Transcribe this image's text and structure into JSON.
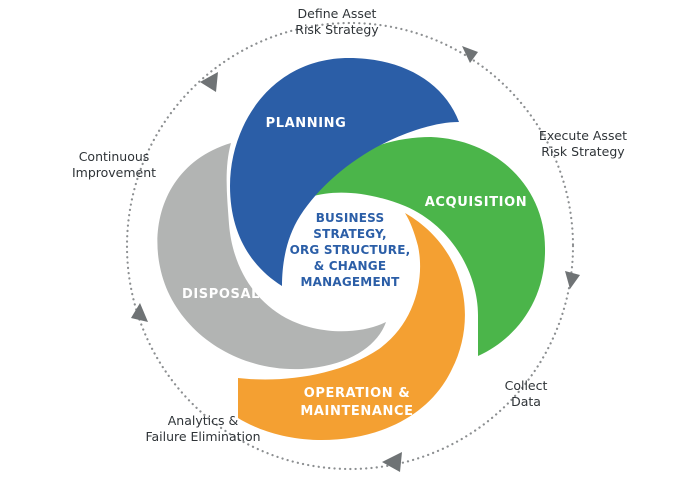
{
  "colors": {
    "planning": "#2b5ea7",
    "acquisition": "#4bb54a",
    "operation": "#f4a032",
    "disposal": "#b2b4b3",
    "center_text": "#2b5ea7",
    "cycle_dots": "#8c8f91",
    "arrow": "#6f7375"
  },
  "segments": {
    "planning": "PLANNING",
    "acquisition": "ACQUISITION",
    "operation": [
      "OPERATION &",
      "MAINTENANCE"
    ],
    "disposal": "DISPOSAL"
  },
  "center": [
    "BUSINESS",
    "STRATEGY,",
    "ORG STRUCTURE,",
    "& CHANGE",
    "MANAGEMENT"
  ],
  "outer_steps": {
    "define": [
      "Define Asset",
      "Risk Strategy"
    ],
    "execute": [
      "Execute Asset",
      "Risk Strategy"
    ],
    "collect": [
      "Collect",
      "Data"
    ],
    "analytics": [
      "Analytics &",
      "Failure Elimination"
    ],
    "continuous": [
      "Continuous",
      "Improvement"
    ]
  }
}
